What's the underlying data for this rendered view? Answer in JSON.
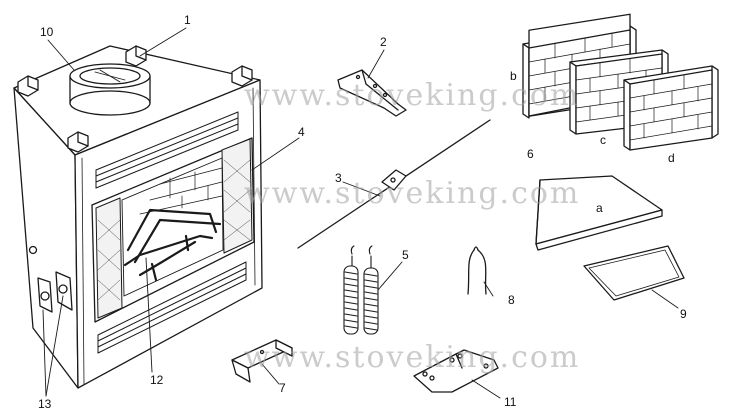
{
  "callouts": {
    "n1": "1",
    "n2": "2",
    "n3": "3",
    "n4": "4",
    "n5": "5",
    "n6": "6",
    "n7": "7",
    "n8": "8",
    "n9": "9",
    "n10": "10",
    "n11": "11",
    "n12": "12",
    "n13": "13",
    "a": "a",
    "b": "b",
    "c": "c",
    "d": "d"
  },
  "watermark": "www.stoveking.com",
  "colors": {
    "line": "#1a1a1a",
    "watermark": "#a0a0a0"
  }
}
